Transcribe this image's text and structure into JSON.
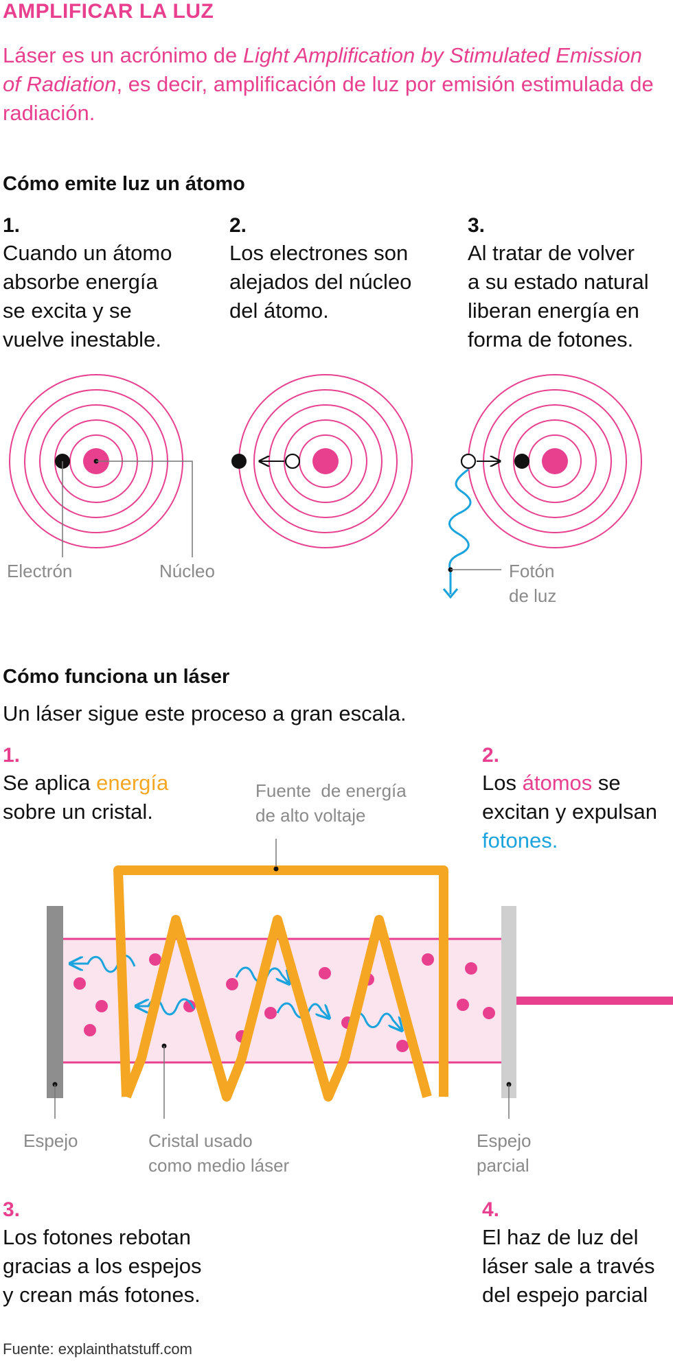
{
  "header": {
    "title": "AMPLIFICAR LA LUZ",
    "intro_prefix": "Láser es un acrónimo de ",
    "intro_italic": "Light Amplification by Stimulated Emission of Radiation",
    "intro_suffix": ", es decir, amplificación de luz por emisión estimulada de radiación."
  },
  "atom_section": {
    "heading": "Cómo emite luz un átomo",
    "steps": [
      {
        "num": "1.",
        "lines": [
          "Cuando un átomo",
          "absorbe energía",
          "se excita y se",
          "vuelve inestable."
        ]
      },
      {
        "num": "2.",
        "lines": [
          "Los electrones son",
          "alejados del núcleo",
          "del átomo."
        ]
      },
      {
        "num": "3.",
        "lines": [
          "Al tratar de volver",
          "a su estado natural",
          "liberan energía en",
          "forma de fotones."
        ]
      }
    ],
    "labels": {
      "electron": "Electrón",
      "nucleus": "Núcleo",
      "photon_line1": "Fotón",
      "photon_line2": "de luz"
    }
  },
  "laser_section": {
    "heading": "Cómo funciona un láser",
    "subtitle": "Un láser sigue este proceso a gran escala.",
    "step1": {
      "num": "1.",
      "pre": "Se aplica ",
      "highlight": "energía",
      "line2": "sobre un cristal."
    },
    "step2": {
      "num": "2.",
      "pre": "Los ",
      "highlight": "átomos",
      "post": " se",
      "line2": "excitan y expulsan",
      "line3": "fotones."
    },
    "step3": {
      "num": "3.",
      "lines": [
        "Los fotones rebotan",
        "gracias a los espejos",
        "y crean más fotones."
      ]
    },
    "step4": {
      "num": "4.",
      "lines": [
        "El haz de luz del",
        "láser sale a través",
        "del espejo parcial"
      ]
    },
    "labels": {
      "source_line1": "Fuente  de energía",
      "source_line2": "de alto voltaje",
      "mirror": "Espejo",
      "crystal_line1": "Cristal usado",
      "crystal_line2": "como medio láser",
      "partial_line1": "Espejo",
      "partial_line2": "parcial"
    }
  },
  "footer": {
    "source": "Fuente: explainthatstuff.com"
  },
  "colors": {
    "pink": "#e8408f",
    "orange": "#f5a623",
    "blue": "#1aa3dc",
    "gray": "#8a8a8a"
  }
}
